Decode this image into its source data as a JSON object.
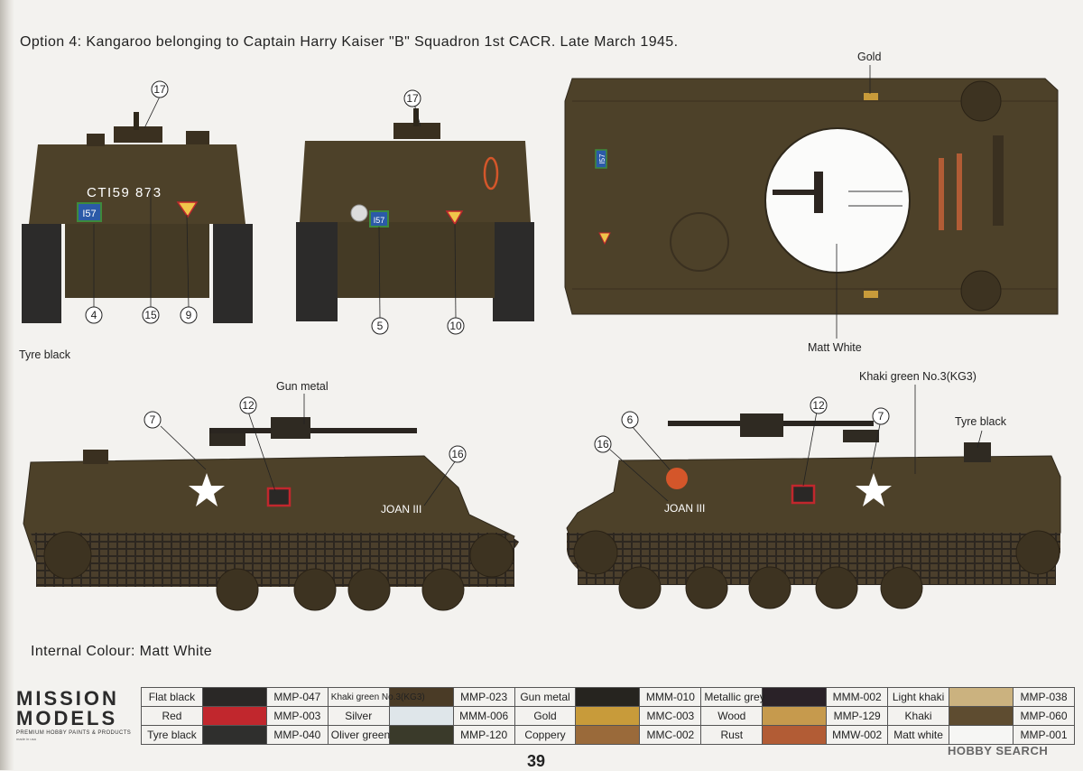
{
  "page": {
    "title": "Option 4: Kangaroo belonging to Captain Harry Kaiser \"B\" Squadron 1st CACR. Late March 1945.",
    "internal_colour": "Internal Colour: Matt White",
    "page_number": "39",
    "watermark": "HOBBY SEARCH"
  },
  "markings": {
    "serial": "CTI59 873",
    "bridge_front": "I57",
    "bridge_rear": "I57",
    "bridge_top": "I57",
    "vehicle_name": "JOAN III"
  },
  "labels": {
    "tyre_black_front": "Tyre black",
    "gold": "Gold",
    "matt_white": "Matt White",
    "gun_metal": "Gun metal",
    "khaki_green": "Khaki green No.3(KG3)",
    "tyre_black_side": "Tyre black"
  },
  "callouts": {
    "front": [
      "17",
      "4",
      "15",
      "9"
    ],
    "rear": [
      "17",
      "5",
      "10"
    ],
    "left_side": [
      "7",
      "12",
      "16"
    ],
    "right_side": [
      "6",
      "16",
      "12",
      "7"
    ]
  },
  "logo": {
    "line1": "MISSION",
    "line2": "MODELS",
    "tagline": "PREMIUM HOBBY PAINTS & PRODUCTS",
    "small": "made in usa"
  },
  "paint_table": [
    [
      {
        "name": "Flat black",
        "swatch": "#2a2826",
        "code": "MMP-047"
      },
      {
        "name": "Khaki green No.3(KG3)",
        "swatch": "#4a3b26",
        "code": "MMP-023"
      },
      {
        "name": "Gun metal",
        "swatch": "#26241f",
        "code": "MMM-010"
      },
      {
        "name": "Metallic grey",
        "swatch": "#2a2228",
        "code": "MMM-002"
      },
      {
        "name": "Light khaki",
        "swatch": "#cbb27f",
        "code": "MMP-038"
      }
    ],
    [
      {
        "name": "Red",
        "swatch": "#c1272d",
        "code": "MMP-003"
      },
      {
        "name": "Silver",
        "swatch": "#dfe6ea",
        "code": "MMM-006"
      },
      {
        "name": "Gold",
        "swatch": "#c89b3a",
        "code": "MMC-003"
      },
      {
        "name": "Wood",
        "swatch": "#c69a4d",
        "code": "MMP-129"
      },
      {
        "name": "Khaki",
        "swatch": "#5e4c30",
        "code": "MMP-060"
      }
    ],
    [
      {
        "name": "Tyre black",
        "swatch": "#2f2f2d",
        "code": "MMP-040"
      },
      {
        "name": "Oliver green",
        "swatch": "#3a3a2a",
        "code": "MMP-120"
      },
      {
        "name": "Coppery",
        "swatch": "#9a6a3a",
        "code": "MMC-002"
      },
      {
        "name": "Rust",
        "swatch": "#b25c35",
        "code": "MMW-002"
      },
      {
        "name": "Matt white",
        "swatch": "#f6f6f4",
        "code": "MMP-001"
      }
    ]
  ],
  "colors": {
    "olive": "#4d4129",
    "olive_dark": "#3a3020",
    "olive_light": "#5e5034",
    "red": "#c1272d",
    "white": "#ffffff"
  }
}
